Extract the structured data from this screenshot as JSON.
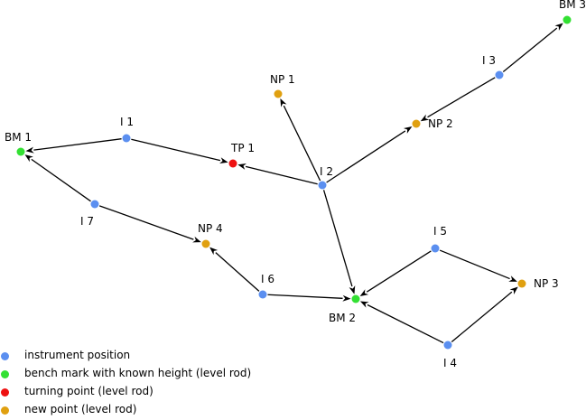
{
  "colors": {
    "instrument": "#5b8ff0",
    "benchmark": "#33e033",
    "turning": "#ee1111",
    "newpoint": "#e0a010",
    "edge": "#000000"
  },
  "nodes": [
    {
      "id": "BM1",
      "label": "BM 1",
      "kind": "benchmark"
    },
    {
      "id": "I1",
      "label": "I 1",
      "kind": "instrument"
    },
    {
      "id": "TP1",
      "label": "TP 1",
      "kind": "turning"
    },
    {
      "id": "NP1",
      "label": "NP 1",
      "kind": "newpoint"
    },
    {
      "id": "I2",
      "label": "I 2",
      "kind": "instrument"
    },
    {
      "id": "NP2",
      "label": "NP 2",
      "kind": "newpoint"
    },
    {
      "id": "I3",
      "label": "I 3",
      "kind": "instrument"
    },
    {
      "id": "BM3",
      "label": "BM 3",
      "kind": "benchmark"
    },
    {
      "id": "I7",
      "label": "I 7",
      "kind": "instrument"
    },
    {
      "id": "NP4",
      "label": "NP 4",
      "kind": "newpoint"
    },
    {
      "id": "I6",
      "label": "I 6",
      "kind": "instrument"
    },
    {
      "id": "BM2",
      "label": "BM 2",
      "kind": "benchmark"
    },
    {
      "id": "I5",
      "label": "I 5",
      "kind": "instrument"
    },
    {
      "id": "NP3",
      "label": "NP 3",
      "kind": "newpoint"
    },
    {
      "id": "I4",
      "label": "I 4",
      "kind": "instrument"
    }
  ],
  "edges": [
    {
      "from": "I1",
      "to": "BM1"
    },
    {
      "from": "I1",
      "to": "TP1"
    },
    {
      "from": "I2",
      "to": "TP1"
    },
    {
      "from": "I2",
      "to": "NP1"
    },
    {
      "from": "I2",
      "to": "NP2"
    },
    {
      "from": "I2",
      "to": "BM2"
    },
    {
      "from": "I3",
      "to": "NP2"
    },
    {
      "from": "I3",
      "to": "BM3"
    },
    {
      "from": "I7",
      "to": "BM1"
    },
    {
      "from": "I7",
      "to": "NP4"
    },
    {
      "from": "I6",
      "to": "NP4"
    },
    {
      "from": "I6",
      "to": "BM2"
    },
    {
      "from": "I5",
      "to": "BM2"
    },
    {
      "from": "I5",
      "to": "NP3"
    },
    {
      "from": "I4",
      "to": "BM2"
    },
    {
      "from": "I4",
      "to": "NP3"
    }
  ],
  "legend": [
    {
      "kind": "instrument",
      "text": "instrument position"
    },
    {
      "kind": "benchmark",
      "text": "bench mark with known height (level rod)"
    },
    {
      "kind": "turning",
      "text": "turning point (level rod)"
    },
    {
      "kind": "newpoint",
      "text": "new point (level rod)"
    }
  ]
}
